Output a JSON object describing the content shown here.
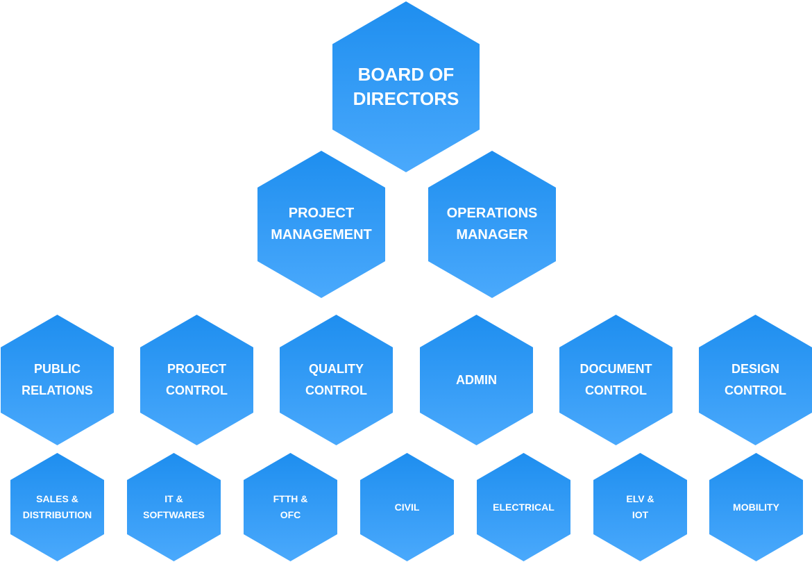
{
  "colors": {
    "hex_top": "#1e8eef",
    "hex_bottom": "#4aa9fc",
    "text": "#ffffff"
  },
  "level1": [
    {
      "lines": [
        "BOARD OF",
        "DIRECTORS"
      ]
    }
  ],
  "level2": [
    {
      "lines": [
        "PROJECT",
        "MANAGEMENT"
      ]
    },
    {
      "lines": [
        "OPERATIONS",
        "MANAGER"
      ]
    }
  ],
  "level3": [
    {
      "lines": [
        "PUBLIC",
        "RELATIONS"
      ]
    },
    {
      "lines": [
        "PROJECT",
        "CONTROL"
      ]
    },
    {
      "lines": [
        "QUALITY",
        "CONTROL"
      ]
    },
    {
      "lines": [
        "ADMIN"
      ]
    },
    {
      "lines": [
        "DOCUMENT",
        "CONTROL"
      ]
    },
    {
      "lines": [
        "DESIGN",
        "CONTROL"
      ]
    }
  ],
  "level4": [
    {
      "lines": [
        "SALES &",
        "DISTRIBUTION"
      ]
    },
    {
      "lines": [
        "IT &",
        "SOFTWARES"
      ]
    },
    {
      "lines": [
        "FTTH &",
        "OFC"
      ]
    },
    {
      "lines": [
        "CIVIL"
      ]
    },
    {
      "lines": [
        "ELECTRICAL"
      ]
    },
    {
      "lines": [
        "ELV &",
        "IOT"
      ]
    },
    {
      "lines": [
        "MOBILITY"
      ]
    }
  ]
}
